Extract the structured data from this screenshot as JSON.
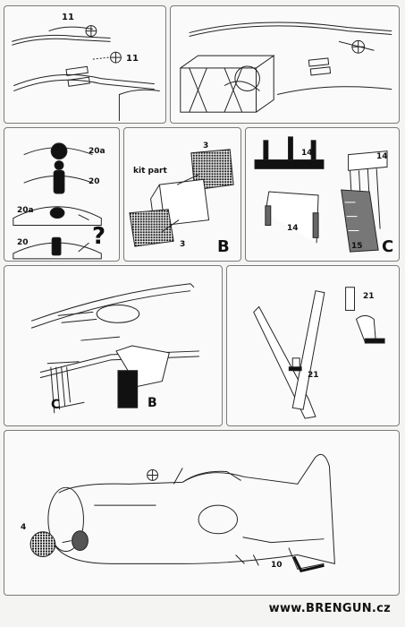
{
  "panels": {
    "p1": {
      "part_top": "11",
      "part_right": "11"
    },
    "p2": {},
    "p3": {
      "part_a": "20a",
      "part_b": "20",
      "part_c": "20a",
      "part_d": "20",
      "question": "?"
    },
    "p4": {
      "part_top": "3",
      "kit_label": "kit part",
      "part_bottom": "3",
      "letter": "B"
    },
    "p5": {
      "part_left": "14",
      "part_right": "14",
      "part_mid": "14",
      "part_bottom": "15",
      "letter": "C"
    },
    "p6": {
      "letter_c": "C",
      "letter_b": "B"
    },
    "p7": {
      "part_top": "21",
      "part_mid": "21"
    },
    "p8": {
      "part_left": "4",
      "part_right": "10"
    }
  },
  "footer": {
    "website": "www.BRENGUN.cz"
  }
}
